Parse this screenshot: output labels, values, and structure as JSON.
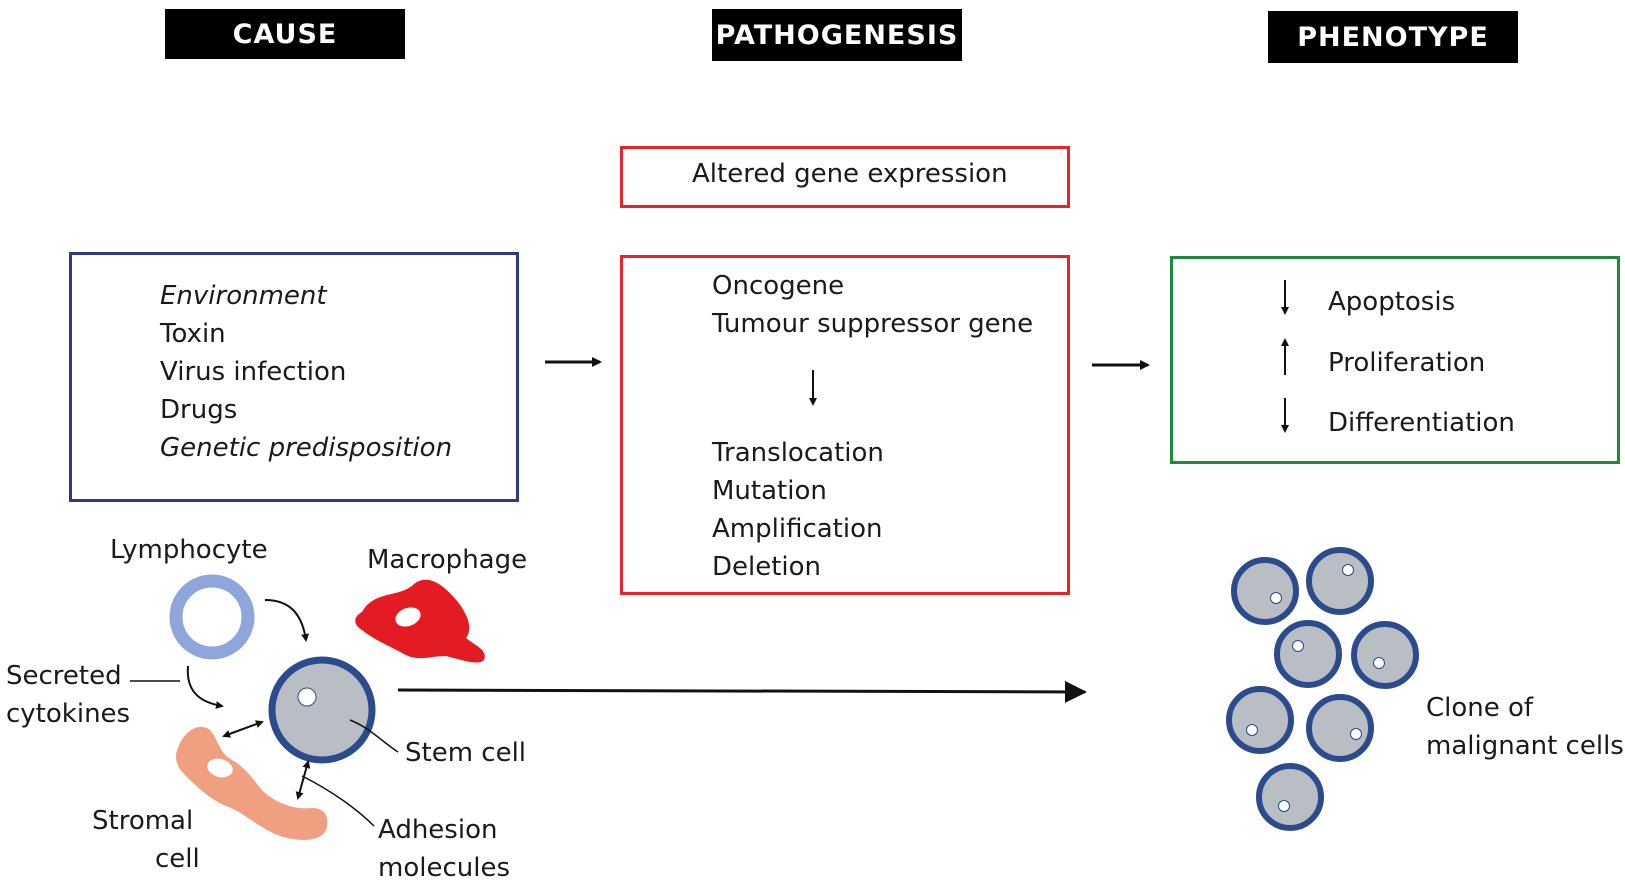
{
  "headers": {
    "cause": "CAUSE",
    "pathogenesis": "PATHOGENESIS",
    "phenotype": "PHENOTYPE"
  },
  "altered_gene_expression": "Altered gene expression",
  "cause_items": [
    "Environment",
    "Toxin",
    "Virus infection",
    "Drugs",
    "Genetic predisposition"
  ],
  "pathogenesis": {
    "genes": [
      "Oncogene",
      "Tumour suppressor gene"
    ],
    "mechanisms": [
      "Translocation",
      "Mutation",
      "Amplification",
      "Deletion"
    ]
  },
  "phenotype_items": [
    {
      "direction": "down",
      "label": "Apoptosis"
    },
    {
      "direction": "up",
      "label": "Proliferation"
    },
    {
      "direction": "down",
      "label": "Differentiation"
    }
  ],
  "microenvironment": {
    "lymphocyte": "Lymphocyte",
    "macrophage": "Macrophage",
    "secreted": "Secreted",
    "cytokines": "cytokines",
    "stem_cell": "Stem cell",
    "stromal": "Stromal",
    "cell": "cell",
    "adhesion": "Adhesion",
    "molecules": "molecules"
  },
  "clone": {
    "line1": "Clone of",
    "line2": "malignant cells"
  },
  "colors": {
    "cause_border": "#2d3a8c",
    "pathogenesis_border": "#e8232a",
    "phenotype_border": "#1f8a3a",
    "lymphocyte": "#8fa6dc",
    "macrophage": "#e31b23",
    "stromal": "#f0a080",
    "cell_ring": "#2b4b8c",
    "cell_fill": "#b8bec3"
  }
}
